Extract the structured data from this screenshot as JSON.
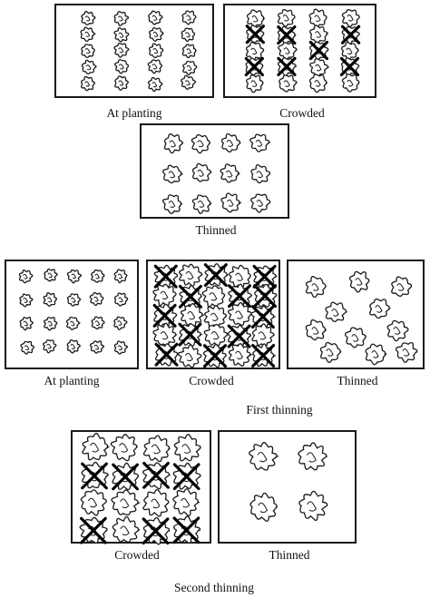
{
  "section1": {
    "panel_a_caption": "At planting",
    "panel_b_caption": "Crowded",
    "panel_c_caption": "Thinned"
  },
  "section2": {
    "panel_a_caption": "At planting",
    "panel_b_caption": "Crowded",
    "panel_c_caption": "Thinned",
    "group_caption": "First thinning"
  },
  "section3": {
    "panel_a_caption": "Crowded",
    "panel_b_caption": "Thinned",
    "group_caption": "Second thinning"
  },
  "colors": {
    "ink": "#1a1a1a",
    "background": "#ffffff"
  },
  "icons": [
    "tree-crown-icon",
    "removal-x-icon"
  ]
}
